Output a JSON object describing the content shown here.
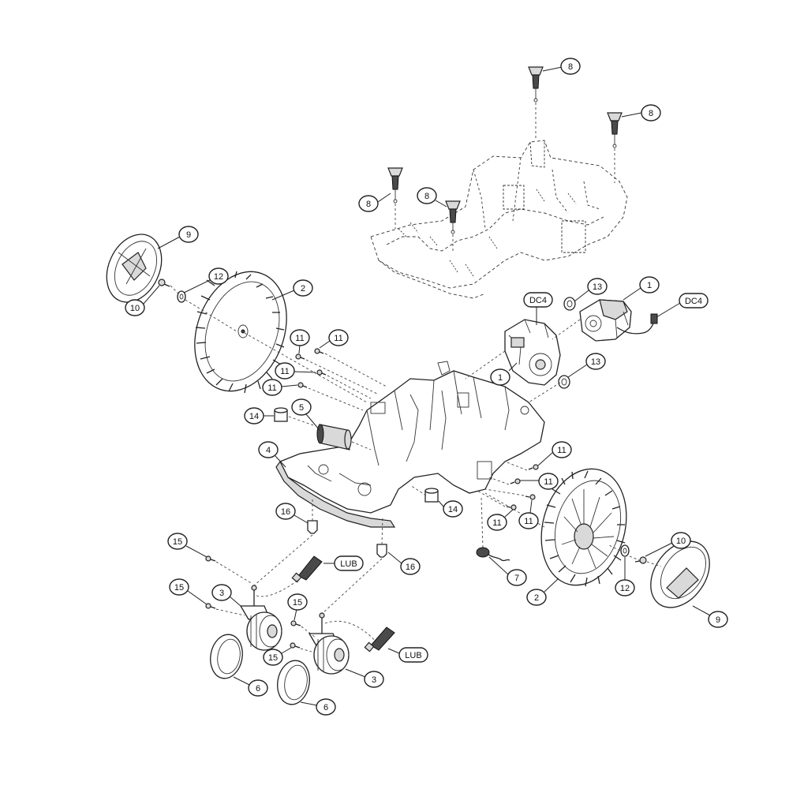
{
  "callouts": [
    {
      "id": "c-8a",
      "label": "8"
    },
    {
      "id": "c-8b",
      "label": "8"
    },
    {
      "id": "c-8c",
      "label": "8"
    },
    {
      "id": "c-8d",
      "label": "8"
    },
    {
      "id": "c-9a",
      "label": "9"
    },
    {
      "id": "c-12a",
      "label": "12"
    },
    {
      "id": "c-10a",
      "label": "10"
    },
    {
      "id": "c-2a",
      "label": "2"
    },
    {
      "id": "c-13a",
      "label": "13"
    },
    {
      "id": "c-1a",
      "label": "1"
    },
    {
      "id": "c-dc4a",
      "label": "DC4"
    },
    {
      "id": "c-dc4b",
      "label": "DC4"
    },
    {
      "id": "c-11a",
      "label": "11"
    },
    {
      "id": "c-11b",
      "label": "11"
    },
    {
      "id": "c-11c",
      "label": "11"
    },
    {
      "id": "c-11d",
      "label": "11"
    },
    {
      "id": "c-1b",
      "label": "1"
    },
    {
      "id": "c-13b",
      "label": "13"
    },
    {
      "id": "c-14a",
      "label": "14"
    },
    {
      "id": "c-5",
      "label": "5"
    },
    {
      "id": "c-4",
      "label": "4"
    },
    {
      "id": "c-11e",
      "label": "11"
    },
    {
      "id": "c-11f",
      "label": "11"
    },
    {
      "id": "c-11g",
      "label": "11"
    },
    {
      "id": "c-11h",
      "label": "11"
    },
    {
      "id": "c-14b",
      "label": "14"
    },
    {
      "id": "c-16a",
      "label": "16"
    },
    {
      "id": "c-15a",
      "label": "15"
    },
    {
      "id": "c-lub1",
      "label": "LUB"
    },
    {
      "id": "c-16b",
      "label": "16"
    },
    {
      "id": "c-7",
      "label": "7"
    },
    {
      "id": "c-10b",
      "label": "10"
    },
    {
      "id": "c-12b",
      "label": "12"
    },
    {
      "id": "c-2b",
      "label": "2"
    },
    {
      "id": "c-9b",
      "label": "9"
    },
    {
      "id": "c-15b",
      "label": "15"
    },
    {
      "id": "c-3a",
      "label": "3"
    },
    {
      "id": "c-15c",
      "label": "15"
    },
    {
      "id": "c-15d",
      "label": "15"
    },
    {
      "id": "c-lub2",
      "label": "LUB"
    },
    {
      "id": "c-3b",
      "label": "3"
    },
    {
      "id": "c-6a",
      "label": "6"
    },
    {
      "id": "c-6b",
      "label": "6"
    }
  ]
}
